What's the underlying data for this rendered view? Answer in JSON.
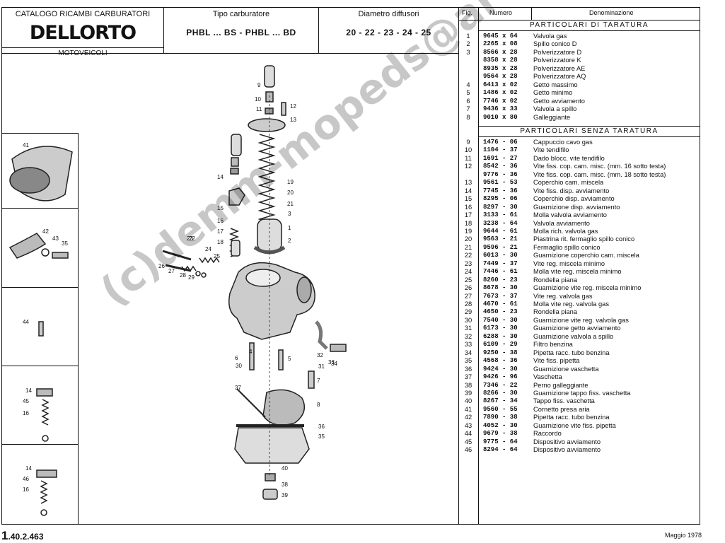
{
  "header": {
    "catalog_title": "CATALOGO RICAMBI CARBURATORI",
    "brand": "DELLORTO",
    "subtitle": "MOTOVEICOLI",
    "type_label": "Tipo carburatore",
    "type_value": "PHBL ... BS  -  PHBL ... BD",
    "diameter_label": "Diametro diffusori",
    "diameter_value": "20 - 22 - 23 - 24 - 25"
  },
  "table": {
    "col_fig": "Fig.",
    "col_num": "Numero",
    "col_den": "Denominazione",
    "section1": "PARTICOLARI DI TARATURA",
    "section2": "PARTICOLARI SENZA TARATURA",
    "rows1": [
      {
        "fig": "1",
        "num": "9645 x 64",
        "den": "Valvola gas"
      },
      {
        "fig": "2",
        "num": "2265 x 08",
        "den": "Spillo conico D"
      },
      {
        "fig": "3",
        "num": "8566 x 28",
        "den": "Polverizzatore D"
      },
      {
        "fig": "",
        "num": "8358 x 28",
        "den": "Polverizzatore K"
      },
      {
        "fig": "",
        "num": "8935 x 28",
        "den": "Polverizzatore AE"
      },
      {
        "fig": "",
        "num": "9564 x 28",
        "den": "Polverizzatore AQ"
      },
      {
        "fig": "4",
        "num": "6413 x 02",
        "den": "Getto massimo"
      },
      {
        "fig": "5",
        "num": "1486 x 02",
        "den": "Getto minimo"
      },
      {
        "fig": "6",
        "num": "7746 x 02",
        "den": "Getto avviamento"
      },
      {
        "fig": "7",
        "num": "9436 x 33",
        "den": "Valvola a spillo"
      },
      {
        "fig": "8",
        "num": "9010 x 80",
        "den": "Galleggiante"
      }
    ],
    "rows2": [
      {
        "fig": "9",
        "num": "1476 - 06",
        "den": "Cappuccio cavo gas"
      },
      {
        "fig": "10",
        "num": "1104 - 37",
        "den": "Vite tendifilo"
      },
      {
        "fig": "11",
        "num": "1691 - 27",
        "den": "Dado blocc. vite tendifilo"
      },
      {
        "fig": "12",
        "num": "8542 - 36",
        "den": "Vite fiss. cop. cam. misc. (mm. 16 sotto testa)"
      },
      {
        "fig": "",
        "num": "9776 - 36",
        "den": "Vite fiss. cop. cam. misc. (mm. 18 sotto testa)"
      },
      {
        "fig": "13",
        "num": "9561 - 53",
        "den": "Coperchio cam. miscela"
      },
      {
        "fig": "14",
        "num": "7745 - 36",
        "den": "Vite fiss. disp. avviamento"
      },
      {
        "fig": "15",
        "num": "8295 - 06",
        "den": "Coperchio disp. avviamento"
      },
      {
        "fig": "16",
        "num": "8297 - 30",
        "den": "Guarnizione disp. avviamento"
      },
      {
        "fig": "17",
        "num": "3133 - 61",
        "den": "Molla valvola avviamento"
      },
      {
        "fig": "18",
        "num": "3238 - 64",
        "den": "Valvola avviamento"
      },
      {
        "fig": "19",
        "num": "9644 - 61",
        "den": "Molla rich. valvola gas"
      },
      {
        "fig": "20",
        "num": "9563 - 21",
        "den": "Piastrina rit. fermaglio spillo conico"
      },
      {
        "fig": "21",
        "num": "9596 - 21",
        "den": "Fermaglio spillo conico"
      },
      {
        "fig": "22",
        "num": "6013 - 30",
        "den": "Guarnizione coperchio cam. miscela"
      },
      {
        "fig": "23",
        "num": "7449 - 37",
        "den": "Vite reg. miscela minimo"
      },
      {
        "fig": "24",
        "num": "7446 - 61",
        "den": "Molla vite reg. miscela minimo"
      },
      {
        "fig": "25",
        "num": "8260 - 23",
        "den": "Rondella piana"
      },
      {
        "fig": "26",
        "num": "8678 - 30",
        "den": "Guarnizione vite reg. miscela minimo"
      },
      {
        "fig": "27",
        "num": "7673 - 37",
        "den": "Vite reg. valvola gas"
      },
      {
        "fig": "28",
        "num": "4670 - 61",
        "den": "Molla vite reg. valvola gas"
      },
      {
        "fig": "29",
        "num": "4650 - 23",
        "den": "Rondella piana"
      },
      {
        "fig": "30",
        "num": "7540 - 30",
        "den": "Guarnizione vite reg. valvola gas"
      },
      {
        "fig": "31",
        "num": "6173 - 30",
        "den": "Guarnizione getto avviamento"
      },
      {
        "fig": "32",
        "num": "6288 - 30",
        "den": "Guarnizione valvola a spillo"
      },
      {
        "fig": "33",
        "num": "6109 - 29",
        "den": "Filtro benzina"
      },
      {
        "fig": "34",
        "num": "9250 - 38",
        "den": "Pipetta racc. tubo benzina"
      },
      {
        "fig": "35",
        "num": "4568 - 36",
        "den": "Vite fiss. pipetta"
      },
      {
        "fig": "36",
        "num": "9424 - 30",
        "den": "Guarnizione vaschetta"
      },
      {
        "fig": "37",
        "num": "9426 - 96",
        "den": "Vaschetta"
      },
      {
        "fig": "38",
        "num": "7346 - 22",
        "den": "Perno galleggiante"
      },
      {
        "fig": "39",
        "num": "8266 - 30",
        "den": "Guarnizione tappo fiss. vaschetta"
      },
      {
        "fig": "40",
        "num": "8267 - 34",
        "den": "Tappo fiss. vaschetta"
      },
      {
        "fig": "41",
        "num": "9560 - 55",
        "den": "Cornetto presa aria"
      },
      {
        "fig": "42",
        "num": "7890 - 38",
        "den": "Pipetta racc. tubo benzina"
      },
      {
        "fig": "43",
        "num": "4052 - 30",
        "den": "Guarnizione vite fiss. pipetta"
      },
      {
        "fig": "44",
        "num": "9679 - 38",
        "den": "Raccordo"
      },
      {
        "fig": "45",
        "num": "9775 - 64",
        "den": "Dispositivo avviamento"
      },
      {
        "fig": "46",
        "num": "8294 - 64",
        "den": "Dispositivo avviamento"
      }
    ]
  },
  "diagram": {
    "labels": [
      "1",
      "2",
      "3",
      "4",
      "5",
      "6",
      "7",
      "8",
      "9",
      "10",
      "11",
      "12",
      "13",
      "14",
      "15",
      "16",
      "17",
      "18",
      "19",
      "20",
      "21",
      "22",
      "23",
      "24",
      "25",
      "26",
      "27",
      "28",
      "29",
      "30",
      "31",
      "32",
      "33",
      "34",
      "35",
      "36",
      "37",
      "38",
      "39",
      "40"
    ],
    "side_labels": [
      "41",
      "42",
      "43",
      "35",
      "44",
      "14",
      "45",
      "16",
      "14",
      "46",
      "16"
    ]
  },
  "footer": {
    "code_big": "1",
    "code_rest": ".40.2.463",
    "date": "Maggio 1978"
  },
  "watermark": "(c)demm-mopeds@arcor.de"
}
